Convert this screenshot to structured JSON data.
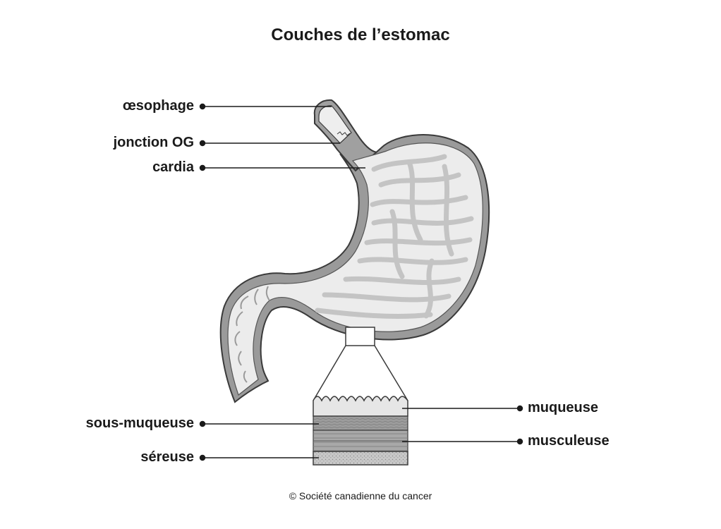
{
  "title": "Couches de l’estomac",
  "labels": {
    "oesophagus": "œsophage",
    "og_junction": "jonction OG",
    "cardia": "cardia",
    "submucosa": "sous-muqueuse",
    "serosa": "séreuse",
    "mucosa": "muqueuse",
    "muscularis": "musculeuse"
  },
  "copyright": "© Société canadienne du cancer",
  "colors": {
    "outline": "#3a3a3a",
    "outer_wall": "#9a9a9a",
    "inner_lining": "#ececec",
    "folds": "#c4c4c4",
    "mucosa_band": "#e6e6e6",
    "submucosa_band": "#9c9c9c",
    "muscularis_band": "#a8a8a8",
    "serosa_band": "#c8c8c8"
  }
}
